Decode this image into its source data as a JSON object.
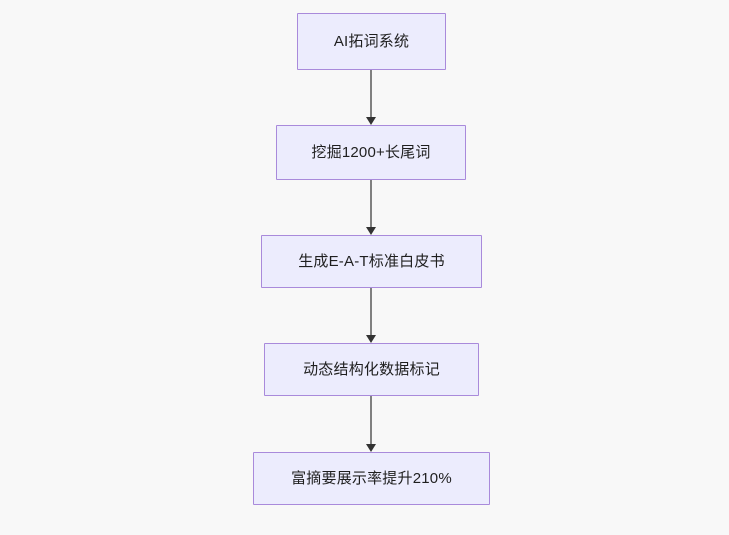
{
  "diagram": {
    "type": "flowchart",
    "direction": "top-to-bottom",
    "background_color": "#f8f8f8",
    "node_fill_color": "#ececfd",
    "node_border_color": "#a98adb",
    "node_text_color": "#1f1f1f",
    "edge_line_color": "#808080",
    "edge_arrow_color": "#333333",
    "nodes": [
      {
        "id": "n0",
        "label": "AI拓词系统"
      },
      {
        "id": "n1",
        "label": "挖掘1200+长尾词"
      },
      {
        "id": "n2",
        "label": "生成E-A-T标准白皮书"
      },
      {
        "id": "n3",
        "label": "动态结构化数据标记"
      },
      {
        "id": "n4",
        "label": "富摘要展示率提升210%"
      }
    ],
    "edges": [
      {
        "from": "n0",
        "to": "n1",
        "label": ""
      },
      {
        "from": "n1",
        "to": "n2",
        "label": ""
      },
      {
        "from": "n2",
        "to": "n3",
        "label": ""
      },
      {
        "from": "n3",
        "to": "n4",
        "label": ""
      }
    ]
  }
}
